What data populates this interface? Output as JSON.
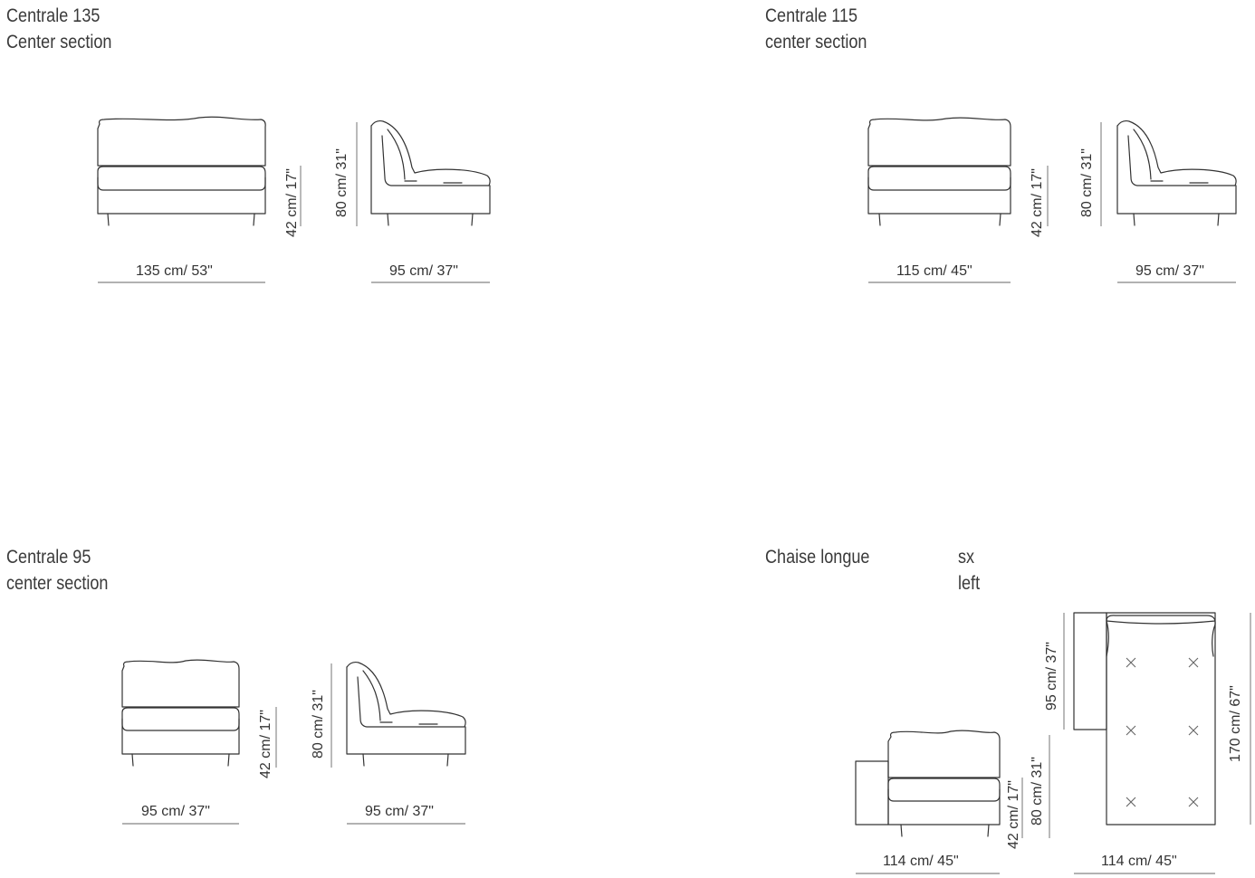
{
  "sections": [
    {
      "title": "Centrale 135",
      "subtitle": "Center section",
      "front_width": "135 cm/ 53\"",
      "seat_height": "42 cm/ 17\"",
      "total_height": "80 cm/ 31\"",
      "side_depth": "95 cm/ 37\""
    },
    {
      "title": "Centrale 115",
      "subtitle": "center section",
      "front_width": "115 cm/ 45\"",
      "seat_height": "42 cm/ 17\"",
      "total_height": "80 cm/ 31\"",
      "side_depth": "95 cm/ 37\""
    },
    {
      "title": "Centrale 95",
      "subtitle": "center section",
      "front_width": "95 cm/ 37\"",
      "seat_height": "42 cm/ 17\"",
      "total_height": "80 cm/ 31\"",
      "side_depth": "95 cm/ 37\""
    },
    {
      "title": "Chaise longue",
      "variant": "sx",
      "variant_translation": "left",
      "front_width": "114 cm/ 45\"",
      "seat_height": "42 cm/ 17\"",
      "total_height": "80 cm/ 31\"",
      "plan_width": "114 cm/ 45\"",
      "plan_back_depth": "95 cm/ 37\"",
      "plan_length": "170 cm/ 67\""
    }
  ]
}
